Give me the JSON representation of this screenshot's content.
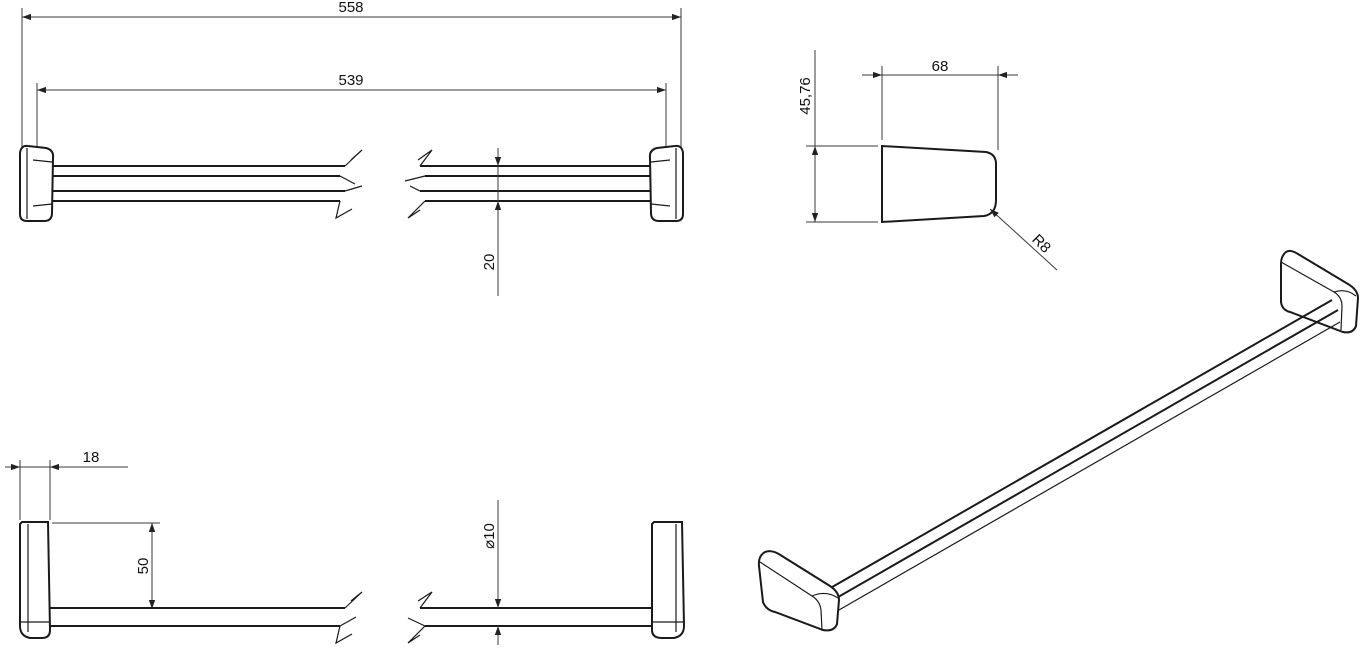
{
  "drawing": {
    "dimensions": {
      "overall_length": "558",
      "inner_length": "539",
      "bar_spacing": "20",
      "bracket_height": "45,76",
      "bracket_width": "68",
      "corner_radius": "R8",
      "base_depth": "18",
      "projection": "50",
      "rod_diameter": "10"
    },
    "symbols": {
      "diameter": "⌀"
    }
  }
}
